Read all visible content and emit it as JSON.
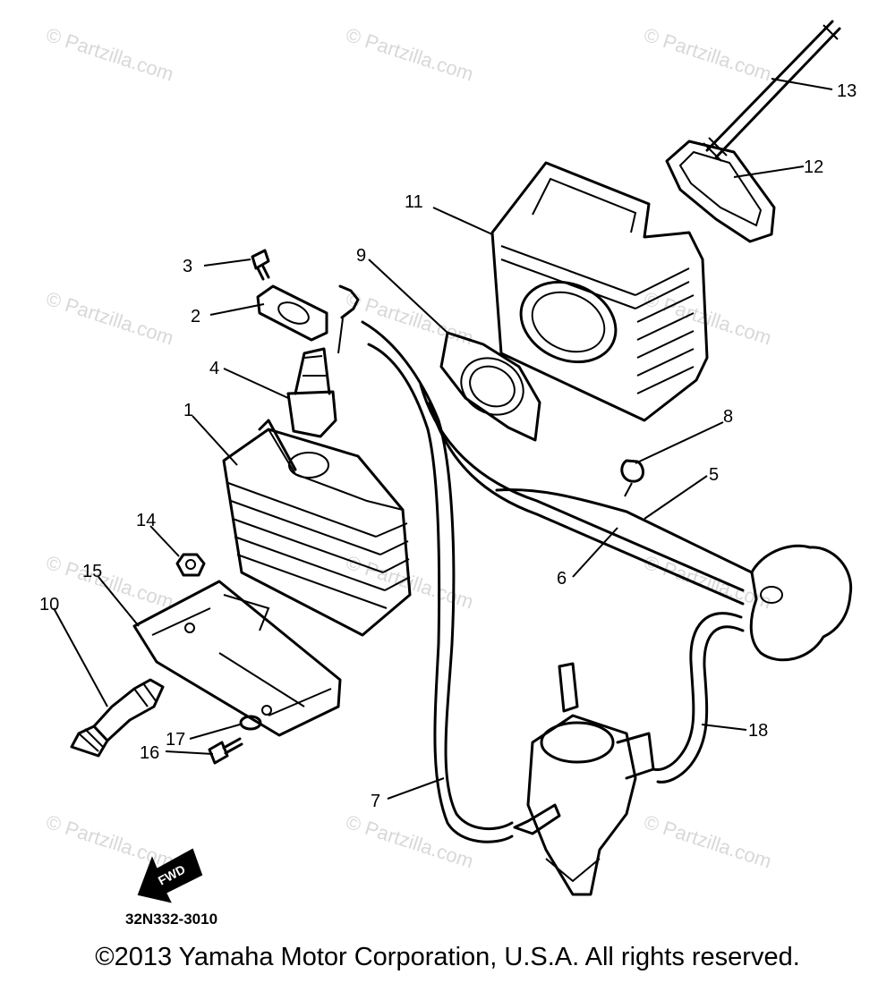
{
  "watermark": "© Partzilla.com",
  "labels": [
    "1",
    "2",
    "3",
    "4",
    "5",
    "6",
    "7",
    "8",
    "9",
    "10",
    "11",
    "12",
    "13",
    "14",
    "15",
    "16",
    "17",
    "18"
  ],
  "fwd_label": "FWD",
  "diagram_code": "32N332-3010",
  "copyright": "©2013 Yamaha Motor Corporation, U.S.A. All rights reserved."
}
